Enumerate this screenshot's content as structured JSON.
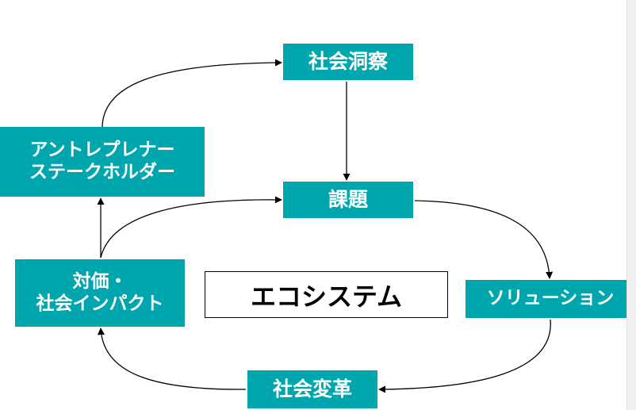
{
  "colors": {
    "node_fill": "#00A6AE",
    "node_text": "#FFFFFF",
    "arrow": "#000000",
    "center_border": "#000000",
    "background": "#FFFFFF"
  },
  "nodes": {
    "insight": {
      "label": "社会洞察"
    },
    "issue": {
      "label": "課題"
    },
    "solution": {
      "label": "ソリューション"
    },
    "change": {
      "label": "社会変革"
    },
    "value": {
      "lines": [
        "対価・",
        "社会インパクト"
      ]
    },
    "entrepreneur": {
      "lines": [
        "アントレプレナー",
        "ステークホルダー"
      ]
    }
  },
  "center": {
    "label": "エコシステム"
  },
  "edges": [
    {
      "from": "entrepreneur",
      "to": "insight"
    },
    {
      "from": "insight",
      "to": "issue"
    },
    {
      "from": "issue",
      "to": "solution"
    },
    {
      "from": "solution",
      "to": "change"
    },
    {
      "from": "change",
      "to": "value"
    },
    {
      "from": "value",
      "to": "entrepreneur"
    },
    {
      "from": "value",
      "to": "issue"
    }
  ]
}
